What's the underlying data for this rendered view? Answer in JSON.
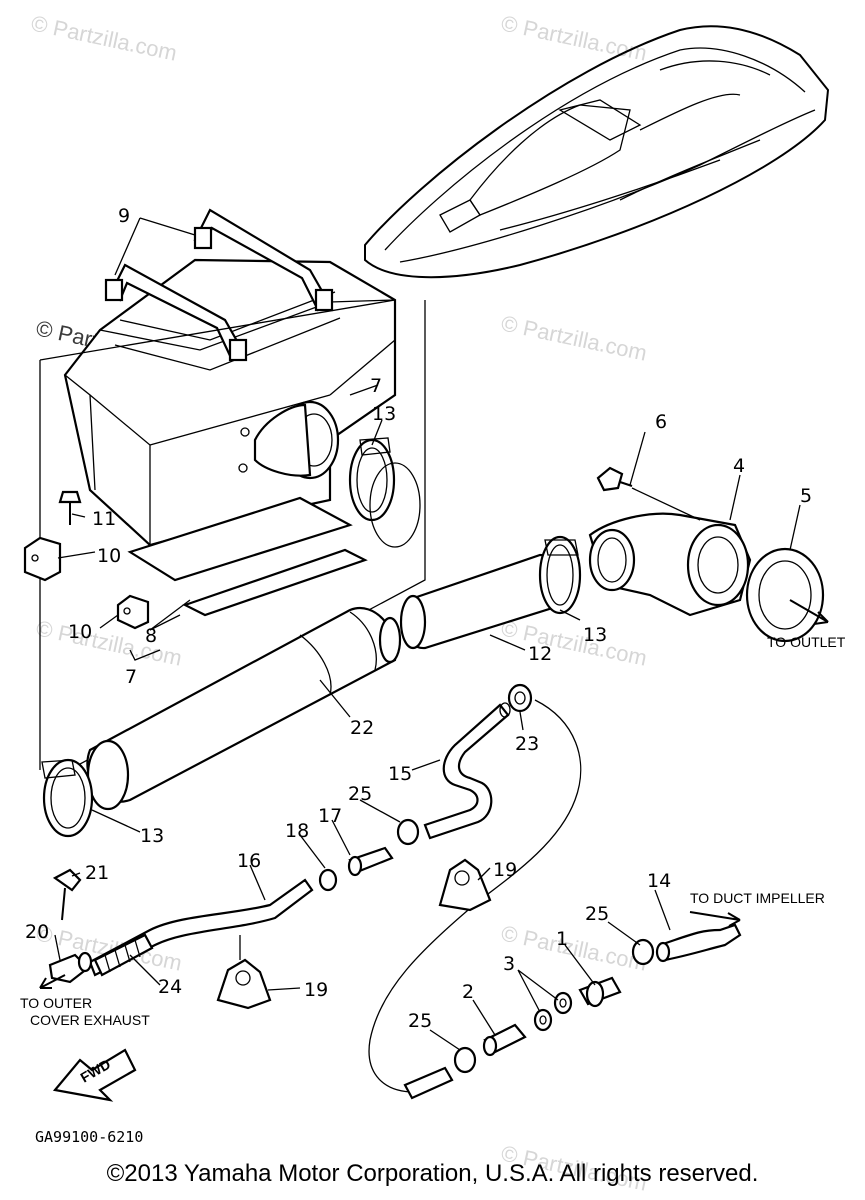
{
  "watermarks": [
    "© Partzilla.com",
    "© Partzilla.com",
    "© Partzilla.com",
    "© Partzilla.com",
    "© Partzilla.com",
    "© Partzilla.com",
    "© Partzilla.com",
    "© Partzilla.com",
    "© Partzilla.com"
  ],
  "callouts": {
    "c1": "1",
    "c2": "2",
    "c3": "3",
    "c4": "4",
    "c5": "5",
    "c6": "6",
    "c7a": "7",
    "c7b": "7",
    "c8": "8",
    "c9": "9",
    "c10a": "10",
    "c10b": "10",
    "c11": "11",
    "c12": "12",
    "c13a": "13",
    "c13b": "13",
    "c13c": "13",
    "c14": "14",
    "c15": "15",
    "c16": "16",
    "c17": "17",
    "c18": "18",
    "c19a": "19",
    "c19b": "19",
    "c20": "20",
    "c21": "21",
    "c22": "22",
    "c23": "23",
    "c24": "24",
    "c25a": "25",
    "c25b": "25",
    "c25c": "25"
  },
  "notes": {
    "to_outlet": "TO OUTLET",
    "to_duct_impeller": "TO DUCT IMPELLER",
    "to_outer_line1": "TO OUTER",
    "to_outer_line2": "COVER EXHAUST",
    "fwd": "FWD"
  },
  "diagram_code": "GA99100-6210",
  "copyright": "©2013 Yamaha Motor Corporation, U.S.A. All rights reserved."
}
